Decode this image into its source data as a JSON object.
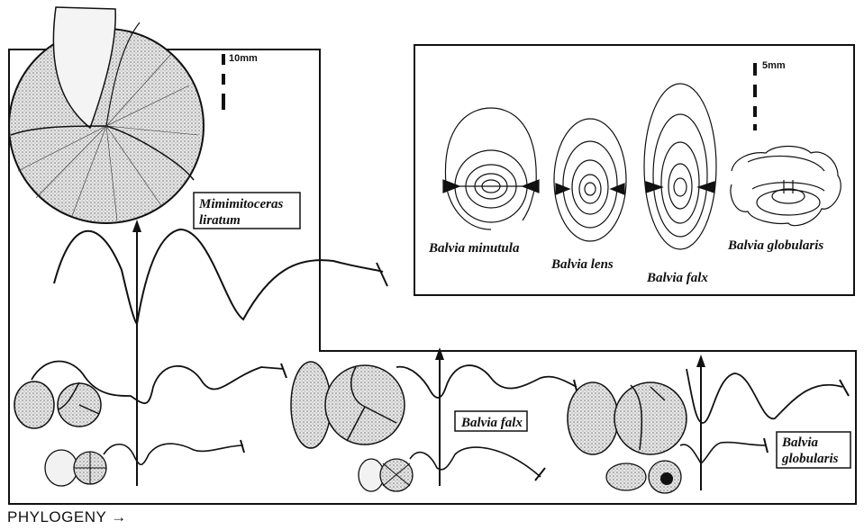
{
  "labels": {
    "mimimitoceras": [
      "Mimimitoceras",
      "liratum"
    ],
    "balvia_falx_box": "Balvia falx",
    "balvia_globularis_box": [
      "Balvia",
      "globularis"
    ],
    "phylogeny": "PHYLOGENY",
    "phylogeny_arrow": "→"
  },
  "inset": {
    "scale": "5mm",
    "species": [
      "Balvia minutula",
      "Balvia lens",
      "Balvia falx",
      "Balvia globularis"
    ]
  },
  "main_scale": "10mm",
  "colors": {
    "ink": "#111111",
    "shell": "#d8d8d8",
    "paper": "#ffffff"
  }
}
